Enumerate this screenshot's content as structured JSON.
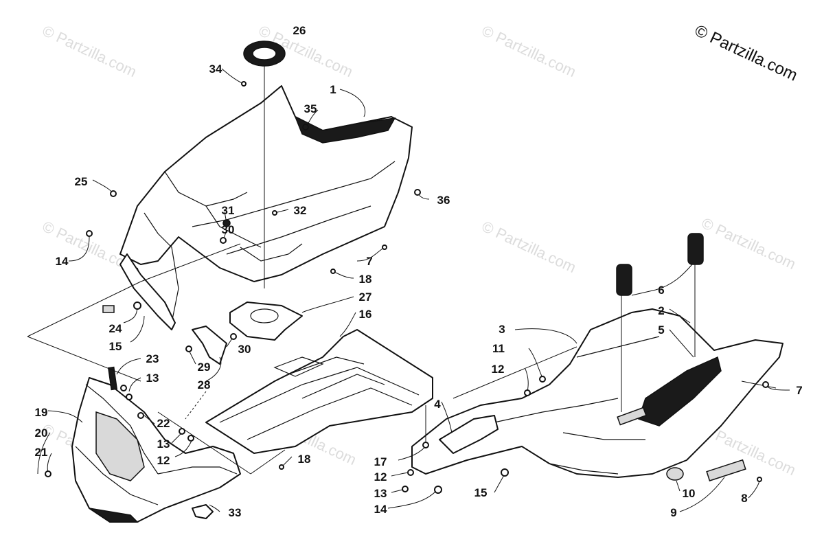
{
  "copyright": "© Partzilla.com",
  "watermark": "© Partzilla.com",
  "callouts": [
    "26",
    "34",
    "1",
    "35",
    "25",
    "36",
    "31",
    "32",
    "30",
    "14",
    "7",
    "18",
    "27",
    "16",
    "24",
    "15",
    "30",
    "29",
    "28",
    "23",
    "13",
    "19",
    "22",
    "20",
    "13",
    "12",
    "21",
    "18",
    "33",
    "3",
    "11",
    "12",
    "6",
    "2",
    "5",
    "7",
    "4",
    "17",
    "12",
    "13",
    "14",
    "15",
    "10",
    "9",
    "8"
  ]
}
